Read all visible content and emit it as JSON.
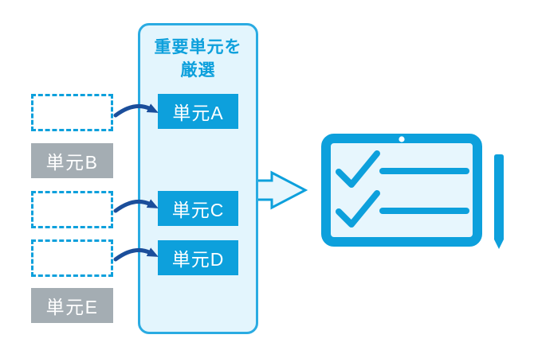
{
  "colors": {
    "primary_blue": "#0da0dc",
    "panel_border": "#2aabe2",
    "panel_fill": "#e3f5fd",
    "light_fill": "#e7f6fd",
    "navy_arrow": "#1b4e9b",
    "gray_box": "#a4adb3"
  },
  "panel": {
    "title_line1": "重要単元を",
    "title_line2": "厳選",
    "units": [
      {
        "label": "単元A"
      },
      {
        "label": "単元C"
      },
      {
        "label": "単元D"
      }
    ]
  },
  "left_column": {
    "items": [
      {
        "type": "placeholder",
        "label": ""
      },
      {
        "type": "excluded",
        "label": "単元B"
      },
      {
        "type": "placeholder",
        "label": ""
      },
      {
        "type": "placeholder",
        "label": ""
      },
      {
        "type": "excluded",
        "label": "単元E"
      }
    ]
  },
  "icons": {
    "mapping_arrow": "curved-arrow",
    "flow_arrow": "big-right-arrow",
    "device": "tablet-checklist",
    "pen": "stylus"
  }
}
